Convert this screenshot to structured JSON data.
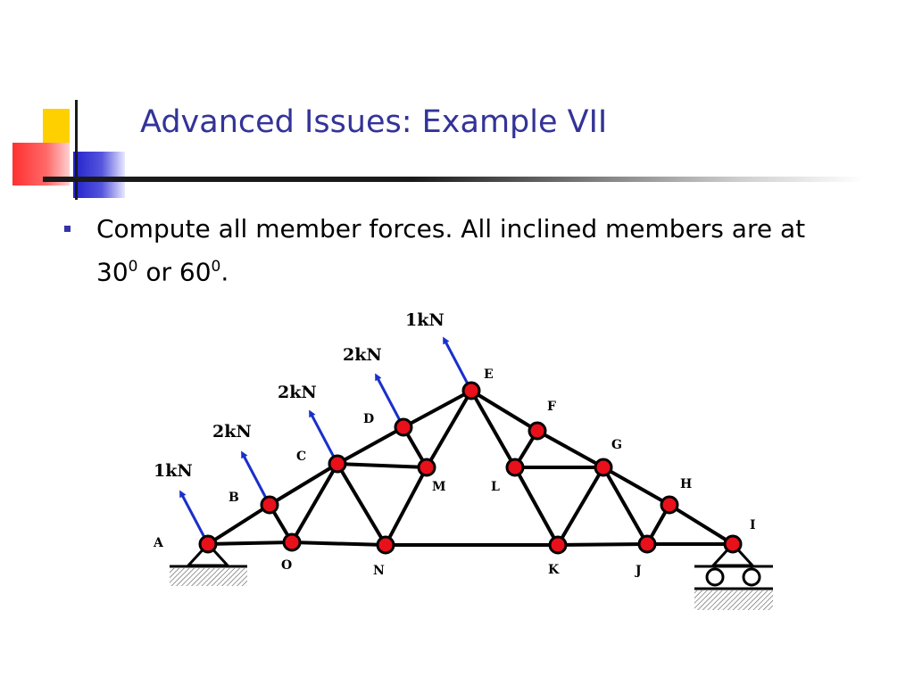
{
  "slide": {
    "title": "Advanced Issues: Example VII",
    "bullet": {
      "text_main": "Compute all member forces. All inclined members are at",
      "text_30": "30",
      "sup_30": "0",
      "text_or": " or 60",
      "sup_60": "0",
      "text_end": "."
    }
  },
  "colors": {
    "title": "#333399",
    "node_fill": "#e8101a",
    "load_arrow": "#1a2fcc",
    "member": "#000000"
  },
  "truss": {
    "node_labels": {
      "A": "A",
      "B": "B",
      "C": "C",
      "D": "D",
      "E": "E",
      "F": "F",
      "G": "G",
      "H": "H",
      "I": "I",
      "J": "J",
      "K": "K",
      "L": "L",
      "M": "M",
      "N": "N",
      "O": "O"
    },
    "loads": [
      {
        "node": "A",
        "label": "1kN"
      },
      {
        "node": "B",
        "label": "2kN"
      },
      {
        "node": "C",
        "label": "2kN"
      },
      {
        "node": "D",
        "label": "2kN"
      },
      {
        "node": "E",
        "label": "1kN"
      }
    ],
    "supports": {
      "left": "pin",
      "right": "roller"
    }
  }
}
